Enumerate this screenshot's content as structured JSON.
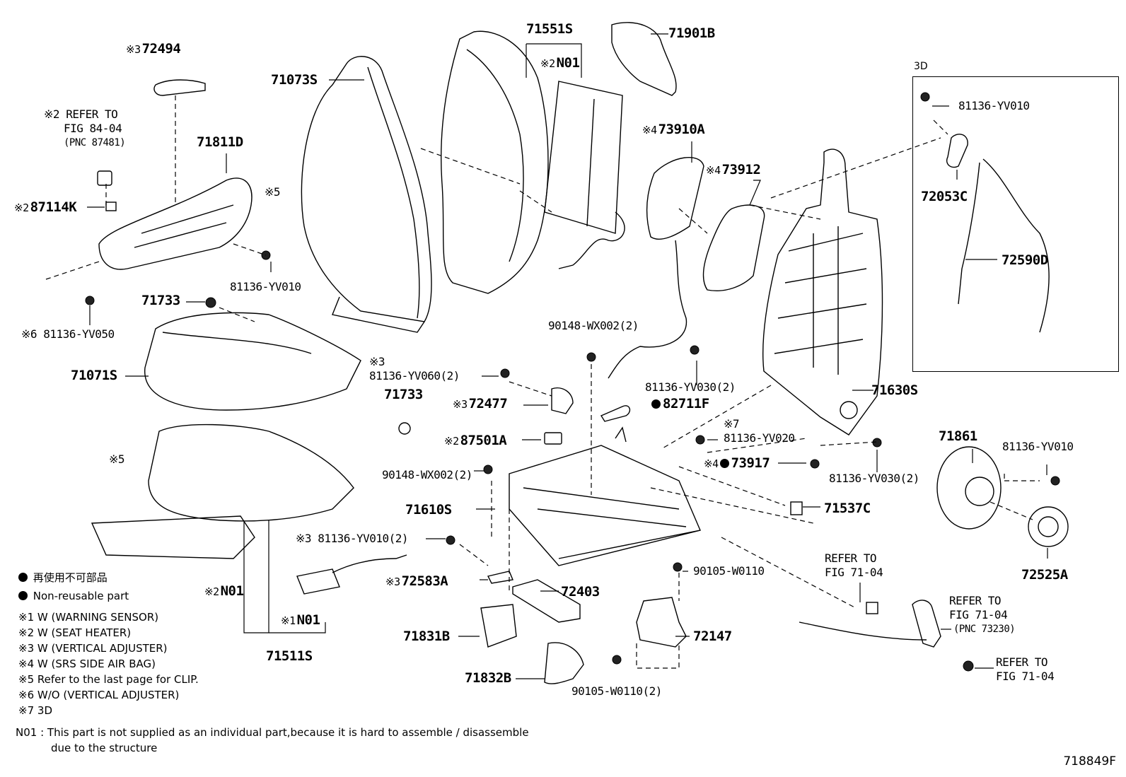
{
  "figure_code": "718849F",
  "box_label": "3D",
  "parts": {
    "p72494": {
      "mark": "※3",
      "code": "72494"
    },
    "refer_8404": {
      "mark": "※2",
      "l1": "REFER TO",
      "l2": "FIG 84-04",
      "l3": "(PNC 87481)"
    },
    "p71811D": {
      "code": "71811D"
    },
    "p87114K": {
      "mark": "※2",
      "code": "87114K"
    },
    "p71073S": {
      "code": "71073S"
    },
    "p71551S": {
      "code": "71551S"
    },
    "pN01_top": {
      "mark": "※2",
      "code": "N01"
    },
    "p71901B": {
      "code": "71901B"
    },
    "p73910A": {
      "mark": "※4",
      "code": "73910A"
    },
    "p73912": {
      "mark": "※4",
      "code": "73912"
    },
    "note5_top": {
      "mark": "※5"
    },
    "p81136_YV010_a": {
      "code": "81136-YV010"
    },
    "p81136_YV050": {
      "mark": "※6",
      "code": "81136-YV050"
    },
    "p71733_a": {
      "code": "71733"
    },
    "p71071S": {
      "code": "71071S"
    },
    "p90148_a": {
      "code": "90148-WX002(2)"
    },
    "p81136_YV060": {
      "mark": "※3",
      "code": "81136-YV060(2)"
    },
    "p71733_b": {
      "code": "71733"
    },
    "p72477": {
      "mark": "※3",
      "code": "72477"
    },
    "p82711F": {
      "code": "82711F"
    },
    "p81136_YV030_a": {
      "code": "81136-YV030(2)"
    },
    "p71630S": {
      "code": "71630S"
    },
    "note5_bottom": {
      "mark": "※5"
    },
    "p87501A": {
      "mark": "※2",
      "code": "87501A"
    },
    "p81136_YV020": {
      "mark": "※7",
      "code": "81136-YV020"
    },
    "p73917": {
      "mark": "※4",
      "code": "73917"
    },
    "p81136_YV030_b": {
      "code": "81136-YV030(2)"
    },
    "p90148_b": {
      "code": "90148-WX002(2)"
    },
    "p71610S": {
      "code": "71610S"
    },
    "p71537C": {
      "code": "71537C"
    },
    "p81136_YV010_2": {
      "mark": "※3",
      "code": "81136-YV010(2)"
    },
    "p72583A": {
      "mark": "※3",
      "code": "72583A"
    },
    "p72403": {
      "code": "72403"
    },
    "p90105_a": {
      "code": "90105-W0110"
    },
    "refer_7104_a": {
      "l1": "REFER TO",
      "l2": "FIG 71-04"
    },
    "refer_7104_b": {
      "l1": "REFER TO",
      "l2": "FIG 71-04",
      "l3": "(PNC 73230)"
    },
    "refer_7104_c": {
      "l1": "REFER TO",
      "l2": "FIG 71-04"
    },
    "pN01_mid": {
      "mark": "※2",
      "code": "N01"
    },
    "pN01_low": {
      "mark": "※1",
      "code": "N01"
    },
    "p71511S": {
      "code": "71511S"
    },
    "p71831B": {
      "code": "71831B"
    },
    "p71832B": {
      "code": "71832B"
    },
    "p72147": {
      "code": "72147"
    },
    "p90105_b": {
      "code": "90105-W0110(2)"
    },
    "p81136_YV010_box": {
      "code": "81136-YV010"
    },
    "p72053C": {
      "code": "72053C"
    },
    "p72590D": {
      "code": "72590D"
    },
    "p71861": {
      "code": "71861"
    },
    "p81136_YV010_r": {
      "code": "81136-YV010"
    },
    "p72525A": {
      "code": "72525A"
    }
  },
  "legend": {
    "nonreusable_jp": "再使用不可部品",
    "nonreusable_en": "Non-reusable part",
    "notes": [
      {
        "mark": "※1",
        "text": "W (WARNING SENSOR)"
      },
      {
        "mark": "※2",
        "text": "W (SEAT HEATER)"
      },
      {
        "mark": "※3",
        "text": "W (VERTICAL ADJUSTER)"
      },
      {
        "mark": "※4",
        "text": "W (SRS SIDE AIR BAG)"
      },
      {
        "mark": "※5",
        "text": "Refer to the last page for CLIP."
      },
      {
        "mark": "※6",
        "text": "W/O (VERTICAL ADJUSTER)"
      },
      {
        "mark": "※7",
        "text": "3D"
      }
    ],
    "n01_mark": "N01 :",
    "n01_line1": "This part is not supplied as an individual part,because it is hard to assemble / disassemble",
    "n01_line2": "due to the structure"
  }
}
